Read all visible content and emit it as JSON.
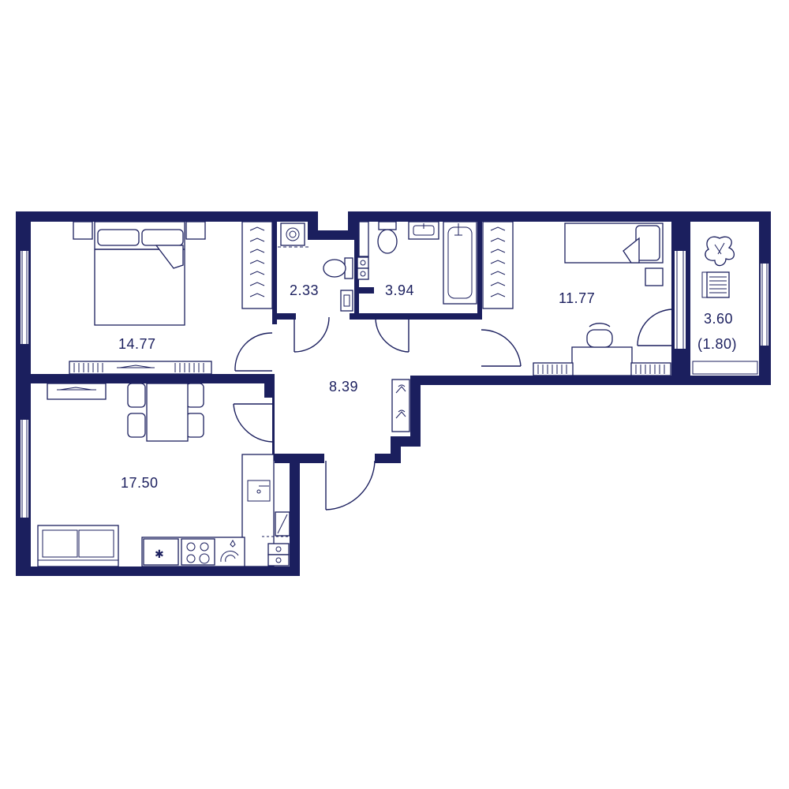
{
  "colors": {
    "wall": "#1b1f5e",
    "background": "#ffffff"
  },
  "rooms": {
    "bedroom": {
      "area": "14.77"
    },
    "wc": {
      "area": "2.33"
    },
    "bathroom": {
      "area": "3.94"
    },
    "room2": {
      "area": "11.77"
    },
    "balcony": {
      "area": "3.60",
      "reduced_area": "(1.80)"
    },
    "hall": {
      "area": "8.39"
    },
    "kitchen_living": {
      "area": "17.50"
    }
  },
  "icons": [
    "double-bed-icon",
    "single-bed-icon",
    "wardrobe-icon",
    "toilet-icon",
    "sink-icon",
    "bathtub-icon",
    "washer-icon",
    "stove-icon",
    "dining-table-icon",
    "sofa-icon",
    "desk-icon",
    "chair-icon",
    "plant-icon",
    "radiator-icon",
    "door-swing-icon",
    "window-icon"
  ]
}
